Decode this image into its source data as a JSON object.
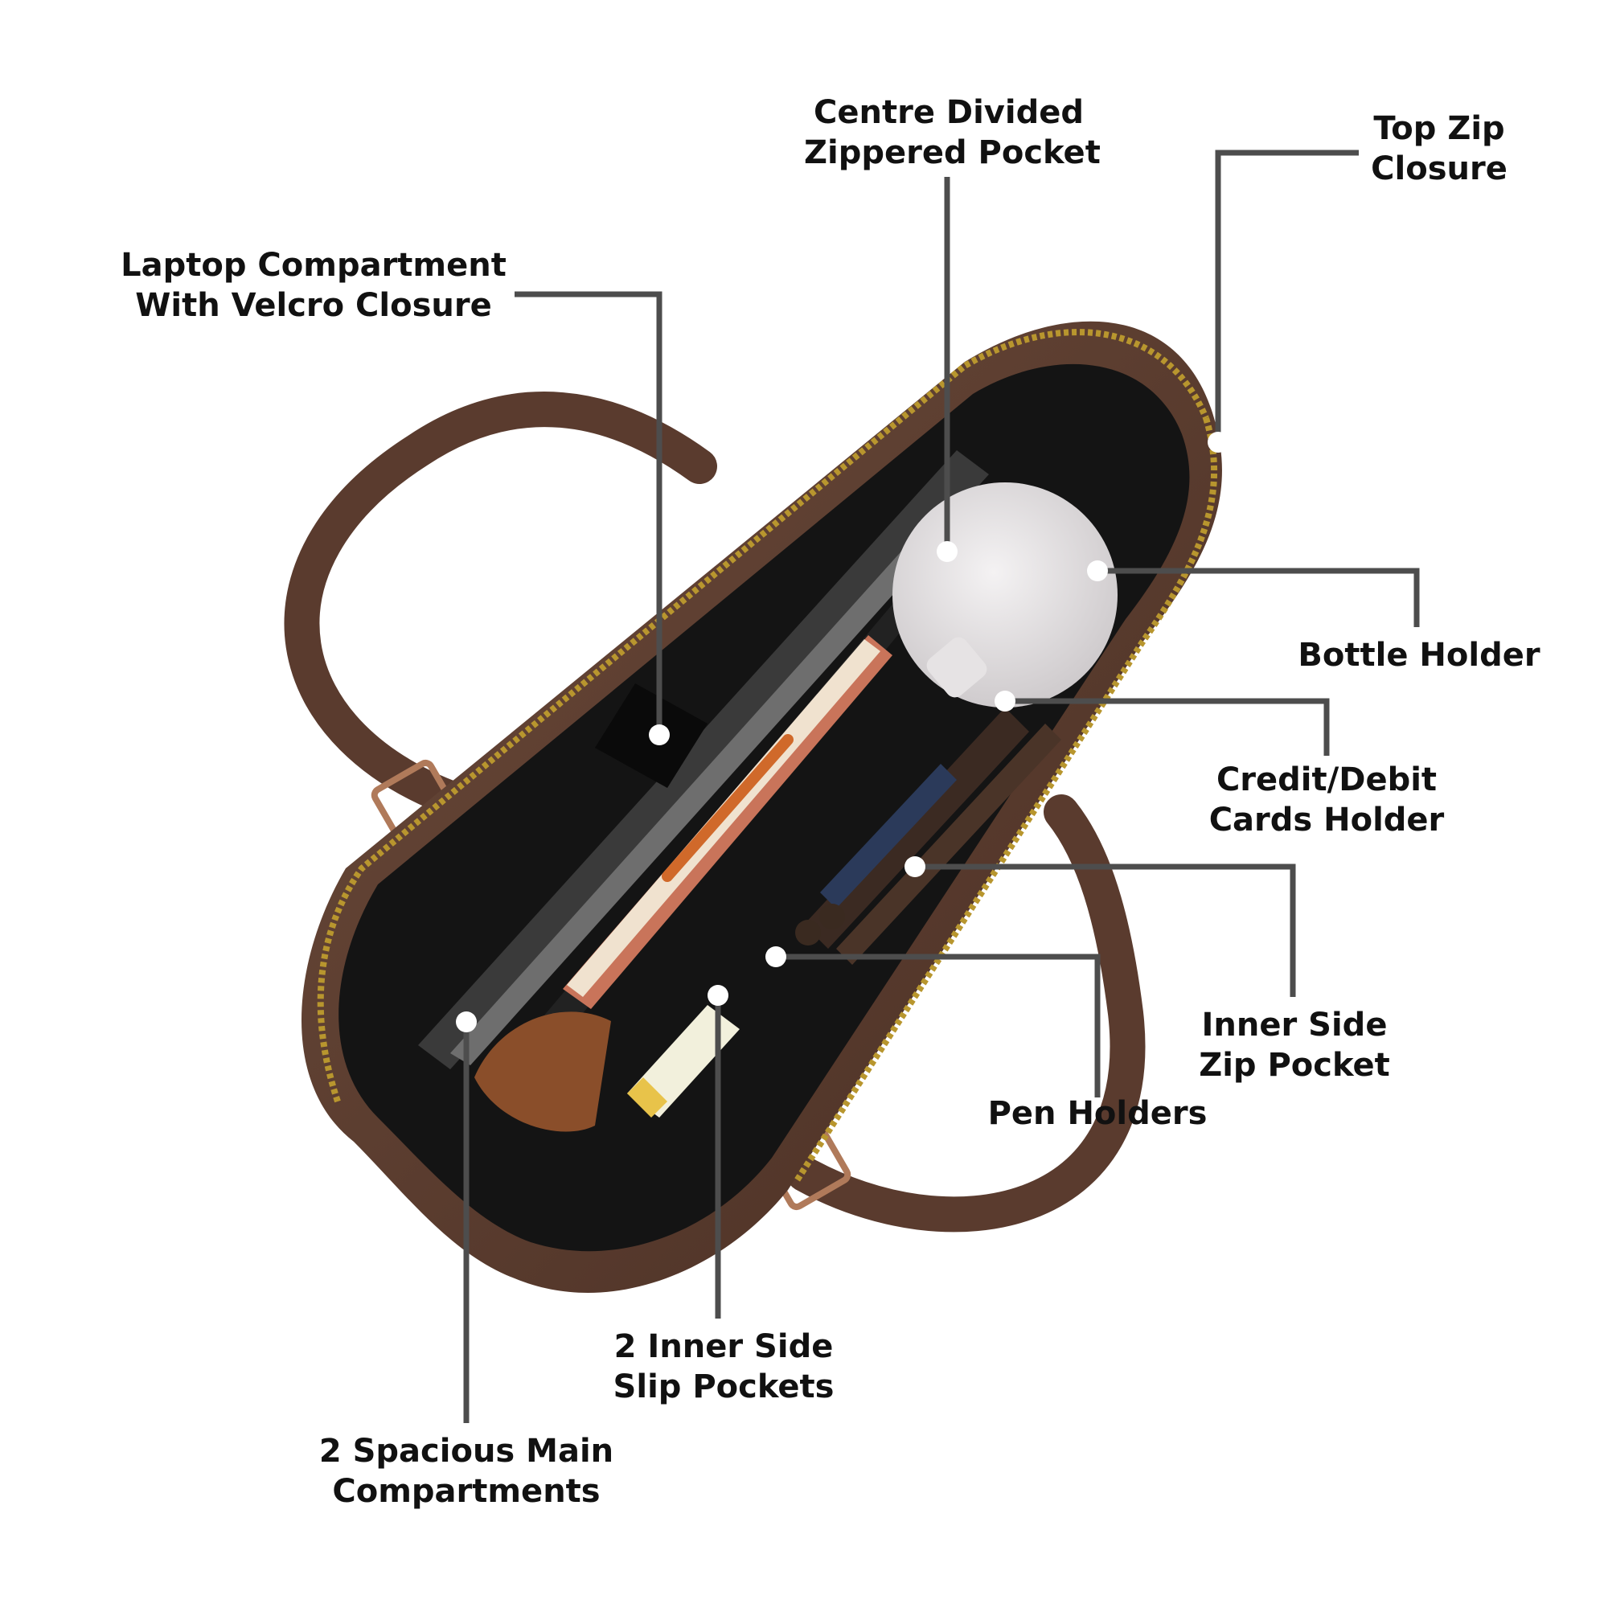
{
  "colors": {
    "background": "#ffffff",
    "leader_line": "#4d4d4d",
    "callout_dot": "#ffffff",
    "leather": "#5a3b2e",
    "lining": "#141414",
    "zipper": "#b8962e",
    "label_text": "#111111"
  },
  "callouts": [
    {
      "id": "centre-divided-zippered-pocket",
      "lines": [
        "Centre Divided",
        "Zippered Pocket"
      ]
    },
    {
      "id": "top-zip-closure",
      "lines": [
        "Top Zip",
        "Closure"
      ]
    },
    {
      "id": "laptop-compartment",
      "lines": [
        "Laptop Compartment",
        "With Velcro Closure"
      ]
    },
    {
      "id": "bottle-holder",
      "lines": [
        "Bottle Holder"
      ]
    },
    {
      "id": "cards-holder",
      "lines": [
        "Credit/Debit",
        "Cards Holder"
      ]
    },
    {
      "id": "inner-side-zip-pocket",
      "lines": [
        "Inner Side",
        "Zip Pocket"
      ]
    },
    {
      "id": "pen-holders",
      "lines": [
        "Pen Holders"
      ]
    },
    {
      "id": "inner-side-slip-pockets",
      "lines": [
        "2 Inner Side",
        "Slip Pockets"
      ]
    },
    {
      "id": "main-compartments",
      "lines": [
        "2 Spacious Main",
        "Compartments"
      ]
    }
  ]
}
